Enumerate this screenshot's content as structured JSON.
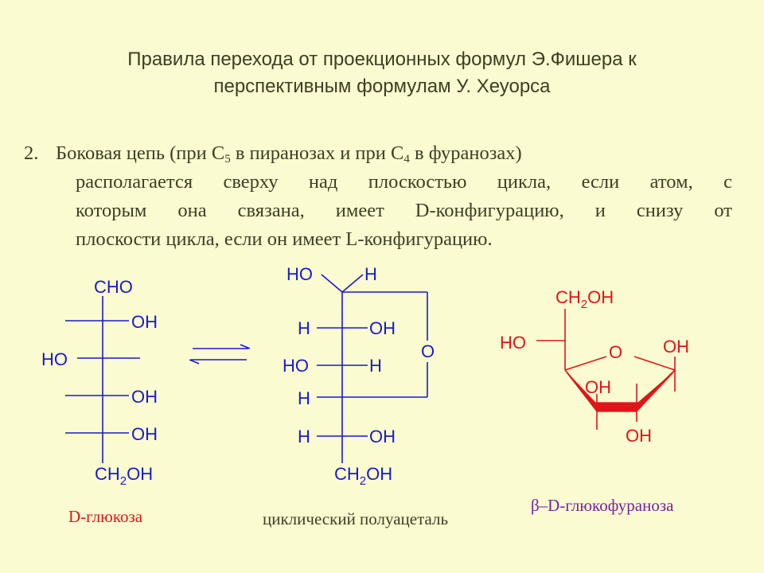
{
  "title": {
    "line1": "Правила перехода от проекционных формул Э.Фишера к",
    "line2": "перспективным формулам У. Хеуорса"
  },
  "rule": {
    "number": "2.",
    "l1_a": "Боковая цепь (при C",
    "l1_sub1": "5",
    "l1_b": " в пиранозах и при  C",
    "l1_sub2": "4",
    "l1_c": "  в фуранозах)",
    "l2": "располагается сверху над плоскостью цикла, если атом, с",
    "l3": "которым она связана, имеет D-конфигурацию, и снизу от",
    "l4": "плоскости цикла, если он имеет L-конфигурацию."
  },
  "glucose": {
    "top": "CHO",
    "oh1": "OH",
    "ho": "HO",
    "oh3": "OH",
    "oh4": "OH",
    "bottom_ch": "CH",
    "bottom_sub": "2",
    "bottom_oh": "OH",
    "caption": "D-глюкоза"
  },
  "hemiacetal": {
    "top_ho": "HO",
    "top_h": "H",
    "r1_h": "H",
    "r1_oh": "OH",
    "r2_ho": "HO",
    "r2_h": "H",
    "r3_h": "H",
    "r4_h": "H",
    "r4_oh": "OH",
    "ring_o": "O",
    "bottom_ch": "CH",
    "bottom_sub": "2",
    "bottom_oh": "OH",
    "caption": "циклический полуацеталь"
  },
  "furanose": {
    "top_ch": "CH",
    "top_sub": "2",
    "top_oh": "OH",
    "ho": "HO",
    "ring_o": "O",
    "anomeric_oh": "OH",
    "c3_oh": "OH",
    "c2_oh": "OH",
    "caption": "β–D-глюкофураноза"
  },
  "colors": {
    "background": "#fbfbd1",
    "text": "#3e3e24",
    "structure_blue": "#1a1acd",
    "structure_red": "#e0151a"
  }
}
